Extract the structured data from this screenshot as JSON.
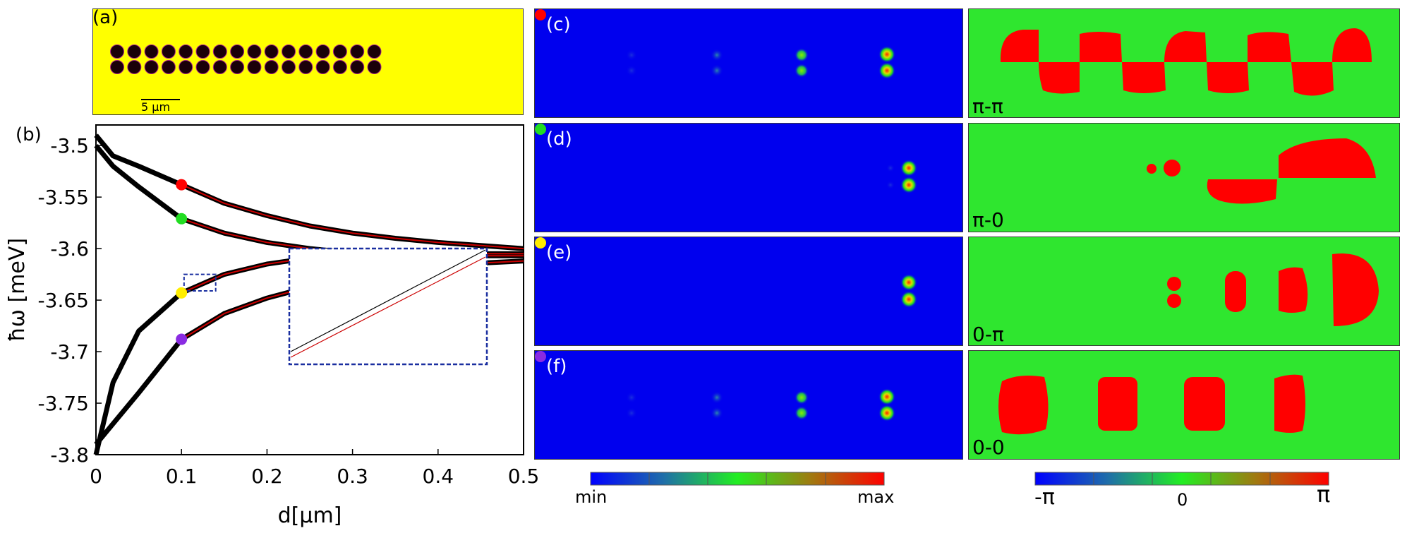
{
  "panel_labels": {
    "a": "(a)",
    "b": "(b)",
    "c": "(c)",
    "d": "(d)",
    "e": "(e)",
    "f": "(f)"
  },
  "scale_bar": {
    "label": "5 μm"
  },
  "phase_labels": {
    "c": "π-π",
    "d": "π-0",
    "e": "0-π",
    "f": "0-0"
  },
  "marker_colors": {
    "c": "#ff0000",
    "d": "#22dd22",
    "e": "#ffee00",
    "f": "#8a2be2"
  },
  "colors": {
    "field_bg": "#0000ee",
    "phase_bg": "#2fe62f",
    "phase_fg": "#ff0000",
    "sample_bg": "#ffff00",
    "pillar": "#1a0008"
  },
  "colorbar_intensity": {
    "min_label": "min",
    "max_label": "max"
  },
  "colorbar_phase": {
    "min_label": "-π",
    "mid_label": "0",
    "max_label": "π"
  },
  "chart_data": {
    "type": "line",
    "xlabel": "d[μm]",
    "ylabel": "ħω [meV]",
    "xlim": [
      0,
      0.5
    ],
    "ylim": [
      -3.8,
      -3.48
    ],
    "xticks": [
      0,
      0.1,
      0.2,
      0.3,
      0.4,
      0.5
    ],
    "xtick_labels": [
      "0",
      "0.1",
      "0.2",
      "0.3",
      "0.4",
      "0.5"
    ],
    "yticks": [
      -3.5,
      -3.55,
      -3.6,
      -3.65,
      -3.7,
      -3.75,
      -3.8
    ],
    "ytick_labels": [
      "-3.5",
      "-3.55",
      "-3.6",
      "-3.65",
      "-3.7",
      "-3.75",
      "-3.8"
    ],
    "grid": false,
    "series": [
      {
        "color": "#000000",
        "x": [
          0,
          0.02,
          0.05,
          0.1,
          0.15,
          0.2,
          0.25,
          0.3,
          0.35,
          0.4,
          0.45,
          0.5
        ],
        "y": [
          -3.49,
          -3.51,
          -3.52,
          -3.538,
          -3.556,
          -3.568,
          -3.578,
          -3.585,
          -3.59,
          -3.594,
          -3.597,
          -3.6
        ]
      },
      {
        "color": "#000000",
        "x": [
          0,
          0.02,
          0.05,
          0.1,
          0.15,
          0.2,
          0.25,
          0.3,
          0.35,
          0.4,
          0.45,
          0.5
        ],
        "y": [
          -3.5,
          -3.52,
          -3.54,
          -3.571,
          -3.585,
          -3.594,
          -3.6,
          -3.604,
          -3.605,
          -3.605,
          -3.605,
          -3.605
        ]
      },
      {
        "color": "#000000",
        "x": [
          0,
          0.02,
          0.05,
          0.1,
          0.15,
          0.2,
          0.25,
          0.3,
          0.35,
          0.4,
          0.45,
          0.5
        ],
        "y": [
          -3.8,
          -3.73,
          -3.68,
          -3.643,
          -3.625,
          -3.615,
          -3.609,
          -3.606,
          -3.607,
          -3.607,
          -3.607,
          -3.607
        ]
      },
      {
        "color": "#000000",
        "x": [
          0,
          0.02,
          0.05,
          0.1,
          0.15,
          0.2,
          0.25,
          0.3,
          0.35,
          0.4,
          0.45,
          0.5
        ],
        "y": [
          -3.79,
          -3.77,
          -3.74,
          -3.688,
          -3.663,
          -3.648,
          -3.637,
          -3.628,
          -3.622,
          -3.617,
          -3.614,
          -3.612
        ]
      },
      {
        "color": "#cc0000",
        "x": [
          0.1,
          0.15,
          0.2,
          0.25,
          0.3,
          0.35,
          0.4,
          0.45,
          0.5
        ],
        "y": [
          -3.538,
          -3.556,
          -3.568,
          -3.578,
          -3.585,
          -3.59,
          -3.594,
          -3.597,
          -3.6
        ]
      },
      {
        "color": "#cc0000",
        "x": [
          0.1,
          0.15,
          0.2,
          0.25,
          0.3,
          0.35,
          0.4,
          0.45,
          0.5
        ],
        "y": [
          -3.571,
          -3.585,
          -3.594,
          -3.6,
          -3.604,
          -3.605,
          -3.605,
          -3.605,
          -3.605
        ]
      },
      {
        "color": "#cc0000",
        "x": [
          0.1,
          0.15,
          0.2,
          0.25,
          0.3,
          0.35,
          0.4,
          0.45,
          0.5
        ],
        "y": [
          -3.643,
          -3.625,
          -3.615,
          -3.609,
          -3.606,
          -3.607,
          -3.607,
          -3.607,
          -3.607
        ]
      },
      {
        "color": "#cc0000",
        "x": [
          0.1,
          0.15,
          0.2,
          0.25,
          0.3,
          0.35,
          0.4,
          0.45,
          0.5
        ],
        "y": [
          -3.688,
          -3.663,
          -3.648,
          -3.637,
          -3.628,
          -3.622,
          -3.617,
          -3.614,
          -3.612
        ]
      }
    ],
    "markers": [
      {
        "x": 0.1,
        "y": -3.538,
        "color": "#ff0000"
      },
      {
        "x": 0.1,
        "y": -3.571,
        "color": "#22dd22"
      },
      {
        "x": 0.1,
        "y": -3.643,
        "color": "#ffee00"
      },
      {
        "x": 0.1,
        "y": -3.688,
        "color": "#8a2be2"
      }
    ],
    "zoom_box": {
      "x": [
        0.103,
        0.14
      ],
      "y": [
        -3.625,
        -3.641
      ]
    }
  }
}
